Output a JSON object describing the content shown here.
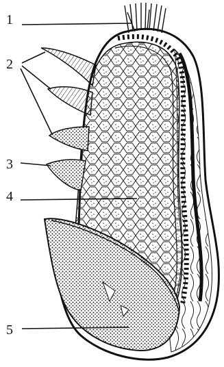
{
  "labels": [
    {
      "id": "1",
      "text": "1"
    },
    {
      "id": "2",
      "text": "2"
    },
    {
      "id": "3",
      "text": "3"
    },
    {
      "id": "4",
      "text": "4"
    },
    {
      "id": "5",
      "text": "5"
    }
  ],
  "colors": {
    "ink": "#111111",
    "paper": "#ffffff"
  }
}
